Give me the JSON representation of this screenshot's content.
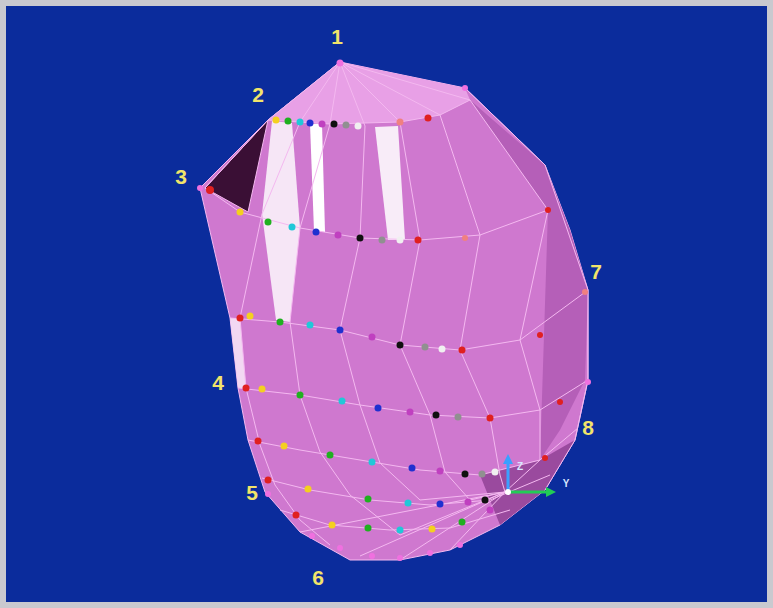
{
  "diagram": {
    "labels": [
      "1",
      "2",
      "3",
      "4",
      "5",
      "6",
      "7",
      "8",
      "Z",
      "Y"
    ]
  }
}
